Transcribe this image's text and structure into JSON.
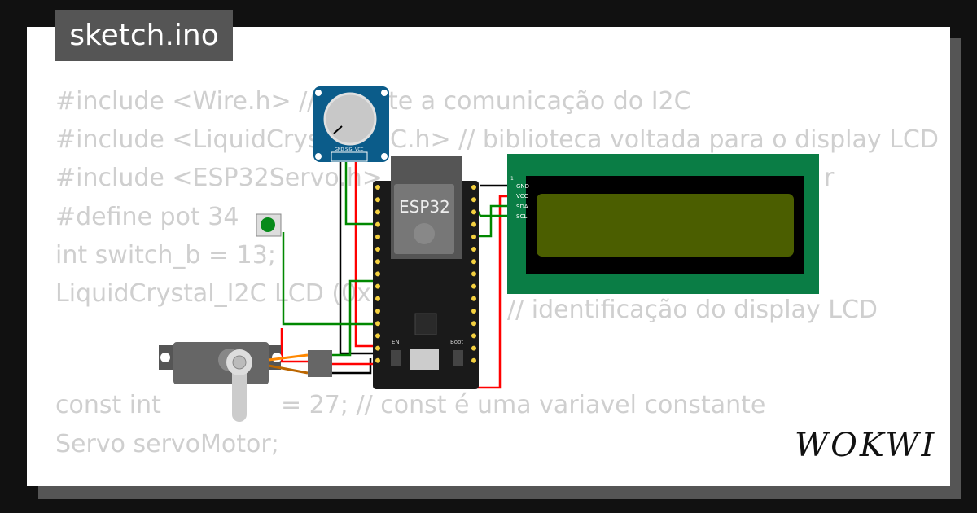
{
  "title": "sketch.ino",
  "code_fragments": {
    "l1a": "#include <Wire.h> //",
    "l1b": "te a comunicação do I2C",
    "l2a": "#include <LiquidCrys",
    "l2b": "C.h> // biblioteca voltada para o display LCD",
    "l3a": "#include <ESP32Servo.h>",
    "l3b": "r",
    "l4": "#define pot 34",
    "l5": "int switch_b = 13;",
    "l6a": "LiquidCrystal_I2C LCD (0x2",
    "l6b": "// identificação do display LCD",
    "l8a": "const int",
    "l8b": "= 27; // const é uma variavel constante",
    "l9": "Servo servoMotor;"
  },
  "components": {
    "esp32_label": "ESP32",
    "en_label": "EN",
    "boot_label": "Boot",
    "pot_pins": [
      "GND",
      "SIG",
      "VCC"
    ],
    "lcd_pin1": "1",
    "lcd_pins": [
      "GND",
      "VCC",
      "SDA",
      "SCL"
    ]
  },
  "colors": {
    "lcd_board": "#0a7d45",
    "lcd_screen": "#4b5e00",
    "pot_board": "#0b5c8a",
    "esp32_board": "#1a1a1a",
    "wire_red": "#ff0000",
    "wire_green": "#008800",
    "wire_black": "#000000"
  },
  "logo": "WOKWI"
}
